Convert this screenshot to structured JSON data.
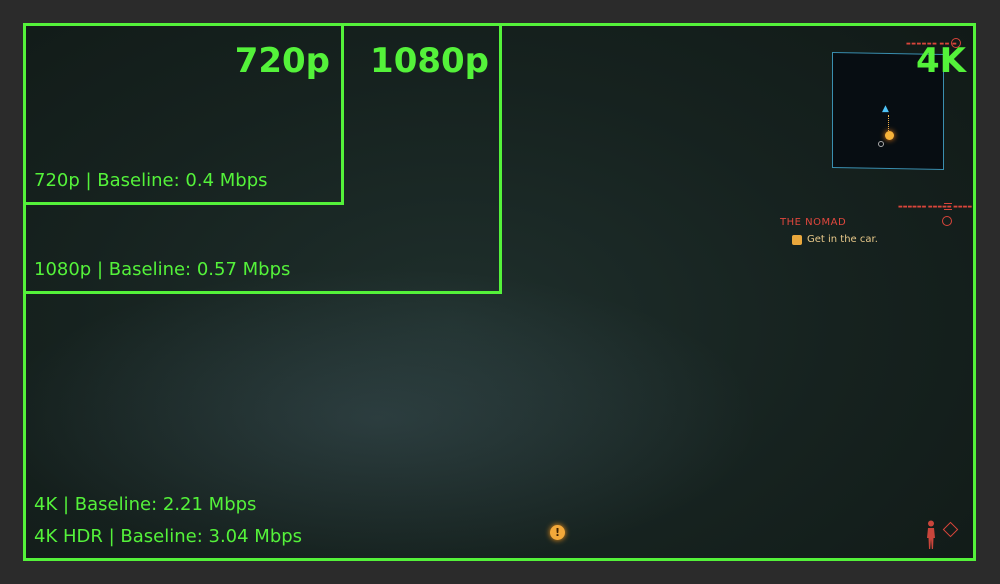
{
  "resolutions": {
    "r720": {
      "label": "720p",
      "bitrate": "720p | Baseline: 0.4 Mbps"
    },
    "r1080": {
      "label": "1080p",
      "bitrate": "1080p | Baseline: 0.57 Mbps"
    },
    "r4k": {
      "label": "4K",
      "bitrate": "4K | Baseline: 2.21 Mbps"
    },
    "r4khdr": {
      "bitrate": "4K HDR | Baseline: 3.04 Mbps"
    }
  },
  "hud": {
    "quest_title": "THE NOMAD",
    "quest_objective": "Get in the car."
  },
  "colors": {
    "outline": "#54f23a",
    "hud_red": "#d9453b",
    "hud_blue": "#4fc3f7",
    "quest_gold": "#f2a83a"
  },
  "icons": [
    "minimap-compass-icon",
    "player-arrow-icon",
    "quest-marker-icon",
    "objective-icon",
    "alert-icon",
    "body-status-icon",
    "diamond-icon"
  ]
}
